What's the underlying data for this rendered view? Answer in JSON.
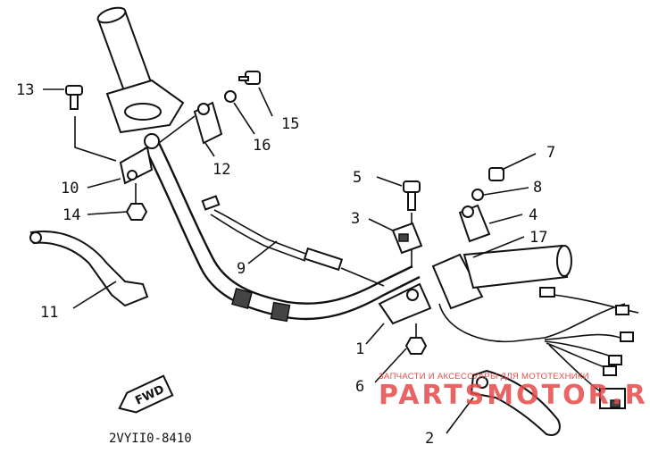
{
  "diagram": {
    "drawing_code": "2VYII0-8410",
    "direction_tag": "FWD",
    "callouts": [
      "1",
      "2",
      "3",
      "4",
      "5",
      "6",
      "7",
      "8",
      "9",
      "10",
      "11",
      "12",
      "13",
      "14",
      "15",
      "16",
      "17"
    ],
    "watermark": {
      "caption": "ЗАПЧАСТИ И АКСЕССУАРЫ ДЛЯ МОТОТЕХНИКИ",
      "brand": "PARTSMOTOR.RU",
      "color": "#e64a4a"
    }
  }
}
